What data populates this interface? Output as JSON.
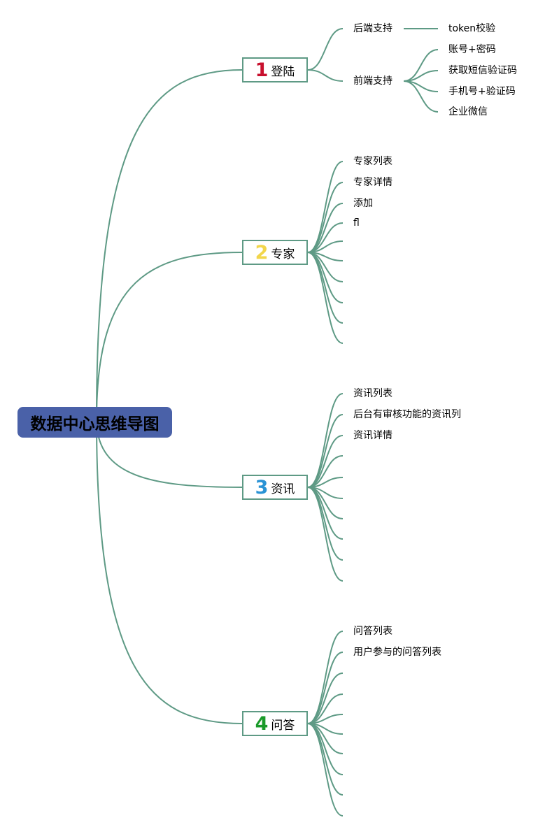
{
  "root": {
    "title": "数据中心思维导图",
    "color": "#4a61a8"
  },
  "line_color": "#5e9a85",
  "branches": [
    {
      "number": "1",
      "label": "登陆",
      "number_color": "#c8102e",
      "children": [
        {
          "text": "后端支持",
          "children": [
            {
              "text": "token校验"
            }
          ]
        },
        {
          "text": "前端支持",
          "children": [
            {
              "text": "账号+密码"
            },
            {
              "text": "获取短信验证码"
            },
            {
              "text": "手机号+验证码"
            },
            {
              "text": "企业微信"
            }
          ]
        }
      ]
    },
    {
      "number": "2",
      "label": "专家",
      "number_color": "#f2d64b",
      "children": [
        {
          "text": "专家列表"
        },
        {
          "text": "专家详情"
        },
        {
          "text": "添加"
        },
        {
          "text": "fl"
        },
        {
          "text": ""
        },
        {
          "text": ""
        },
        {
          "text": ""
        },
        {
          "text": ""
        },
        {
          "text": ""
        },
        {
          "text": ""
        }
      ]
    },
    {
      "number": "3",
      "label": "资讯",
      "number_color": "#2a93d5",
      "children": [
        {
          "text": "资讯列表"
        },
        {
          "text": "后台有审核功能的资讯列"
        },
        {
          "text": "资讯详情"
        },
        {
          "text": ""
        },
        {
          "text": ""
        },
        {
          "text": ""
        },
        {
          "text": ""
        },
        {
          "text": ""
        },
        {
          "text": ""
        }
      ]
    },
    {
      "number": "4",
      "label": "问答",
      "number_color": "#1a9a2a",
      "children": [
        {
          "text": "问答列表"
        },
        {
          "text": "用户参与的问答列表"
        },
        {
          "text": ""
        },
        {
          "text": ""
        },
        {
          "text": ""
        },
        {
          "text": ""
        },
        {
          "text": ""
        },
        {
          "text": ""
        },
        {
          "text": ""
        }
      ]
    }
  ]
}
